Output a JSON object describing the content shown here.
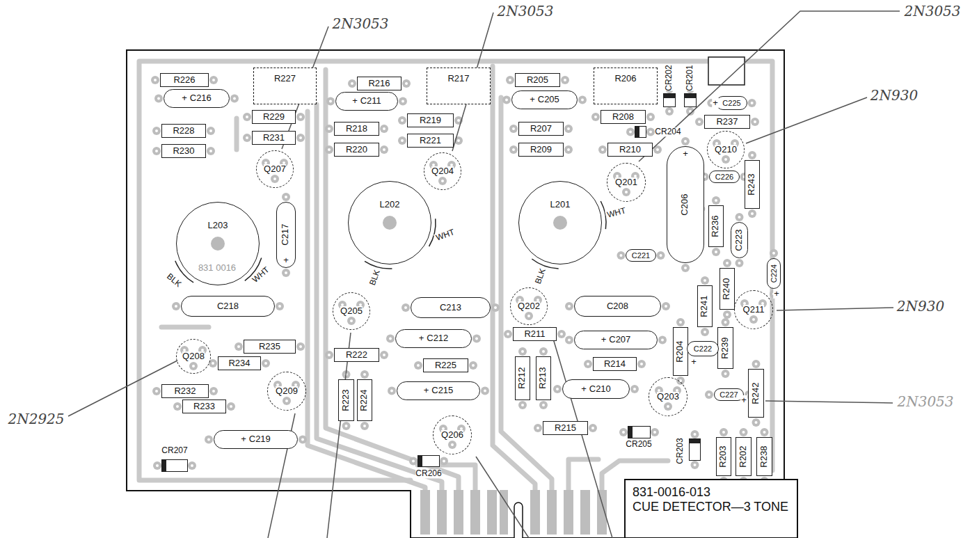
{
  "diagram": {
    "nodes": [
      {
        "text": [
          "R226"
        ]
      },
      {
        "text": [
          "R227"
        ]
      },
      {
        "text": [
          "+",
          "C216"
        ]
      },
      {
        "text": [
          "R229"
        ]
      },
      {
        "text": [
          "R228"
        ]
      },
      {
        "text": [
          "R231"
        ]
      },
      {
        "text": [
          "R230"
        ]
      },
      {
        "text": [
          "Q207"
        ]
      },
      {
        "text": [
          "L203"
        ]
      },
      {
        "text": [
          "+",
          "C217"
        ]
      },
      {
        "text": [
          "C218"
        ]
      },
      {
        "text": [
          "Q208"
        ]
      },
      {
        "text": [
          "R235"
        ]
      },
      {
        "text": [
          "R234"
        ]
      },
      {
        "text": [
          "R232"
        ]
      },
      {
        "text": [
          "R233"
        ]
      },
      {
        "text": [
          "Q209"
        ]
      },
      {
        "text": [
          "+",
          "C219"
        ]
      },
      {
        "text": [
          "CR207"
        ]
      },
      {
        "text": [
          "R216"
        ]
      },
      {
        "text": [
          "R217"
        ]
      },
      {
        "text": [
          "+",
          "C211"
        ]
      },
      {
        "text": [
          "R218"
        ]
      },
      {
        "text": [
          "R219"
        ]
      },
      {
        "text": [
          "R220"
        ]
      },
      {
        "text": [
          "R221"
        ]
      },
      {
        "text": [
          "Q204"
        ]
      },
      {
        "text": [
          "L202"
        ]
      },
      {
        "text": [
          "Q205"
        ]
      },
      {
        "text": [
          "C213"
        ]
      },
      {
        "text": [
          "+",
          "C212"
        ]
      },
      {
        "text": [
          "R222"
        ]
      },
      {
        "text": [
          "R225"
        ]
      },
      {
        "text": [
          "R223"
        ]
      },
      {
        "text": [
          "R224"
        ]
      },
      {
        "text": [
          "+",
          "C215"
        ]
      },
      {
        "text": [
          "Q206"
        ]
      },
      {
        "text": [
          "CR206"
        ]
      },
      {
        "text": [
          "R205"
        ]
      },
      {
        "text": [
          "R206"
        ]
      },
      {
        "text": [
          "CR202"
        ]
      },
      {
        "text": [
          "CR201"
        ]
      },
      {
        "text": [
          "C225"
        ]
      },
      {
        "text": [
          "+",
          "C205"
        ]
      },
      {
        "text": [
          "R208"
        ]
      },
      {
        "text": [
          "R207"
        ]
      },
      {
        "text": [
          "CR204"
        ]
      },
      {
        "text": [
          "R237"
        ]
      },
      {
        "text": [
          "R209"
        ]
      },
      {
        "text": [
          "R210"
        ]
      },
      {
        "text": [
          "Q210"
        ]
      },
      {
        "text": [
          "Q201"
        ]
      },
      {
        "text": [
          "C226"
        ]
      },
      {
        "text": [
          "+",
          "C206"
        ]
      },
      {
        "text": [
          "R243"
        ]
      },
      {
        "text": [
          "L201"
        ]
      },
      {
        "text": [
          "R236"
        ]
      },
      {
        "text": [
          "C223"
        ]
      },
      {
        "text": [
          "C221"
        ]
      },
      {
        "text": [
          "R240"
        ]
      },
      {
        "text": [
          "C224"
        ]
      },
      {
        "text": [
          "R241"
        ]
      },
      {
        "text": [
          "Q202"
        ]
      },
      {
        "text": [
          "C208"
        ]
      },
      {
        "text": [
          "Q211"
        ]
      },
      {
        "text": [
          "R211"
        ]
      },
      {
        "text": [
          "+",
          "C207"
        ]
      },
      {
        "text": [
          "R204"
        ]
      },
      {
        "text": [
          "R239"
        ]
      },
      {
        "text": [
          "C222"
        ]
      },
      {
        "text": [
          "R212"
        ]
      },
      {
        "text": [
          "R213"
        ]
      },
      {
        "text": [
          "R214"
        ]
      },
      {
        "text": [
          "+",
          "C210"
        ]
      },
      {
        "text": [
          "R242"
        ]
      },
      {
        "text": [
          "Q203"
        ]
      },
      {
        "text": [
          "C227"
        ]
      },
      {
        "text": [
          "R215"
        ]
      },
      {
        "text": [
          "CR205"
        ]
      },
      {
        "text": [
          "CR203"
        ]
      },
      {
        "text": [
          "R203"
        ]
      },
      {
        "text": [
          "R202"
        ]
      },
      {
        "text": [
          "R238"
        ]
      },
      {
        "text": [
          "831-0016-013",
          "CUE DETECTOR—3 TONE"
        ]
      }
    ],
    "labels": [
      "2N3053",
      "2N3053",
      "2N3053",
      "2N930",
      "2N930",
      "2N3053",
      "2N2925",
      "BLK",
      "WHT",
      "831 0016",
      "WHT",
      "BLK",
      "WHT",
      "BLK",
      "+",
      "+",
      "+",
      "+"
    ]
  }
}
